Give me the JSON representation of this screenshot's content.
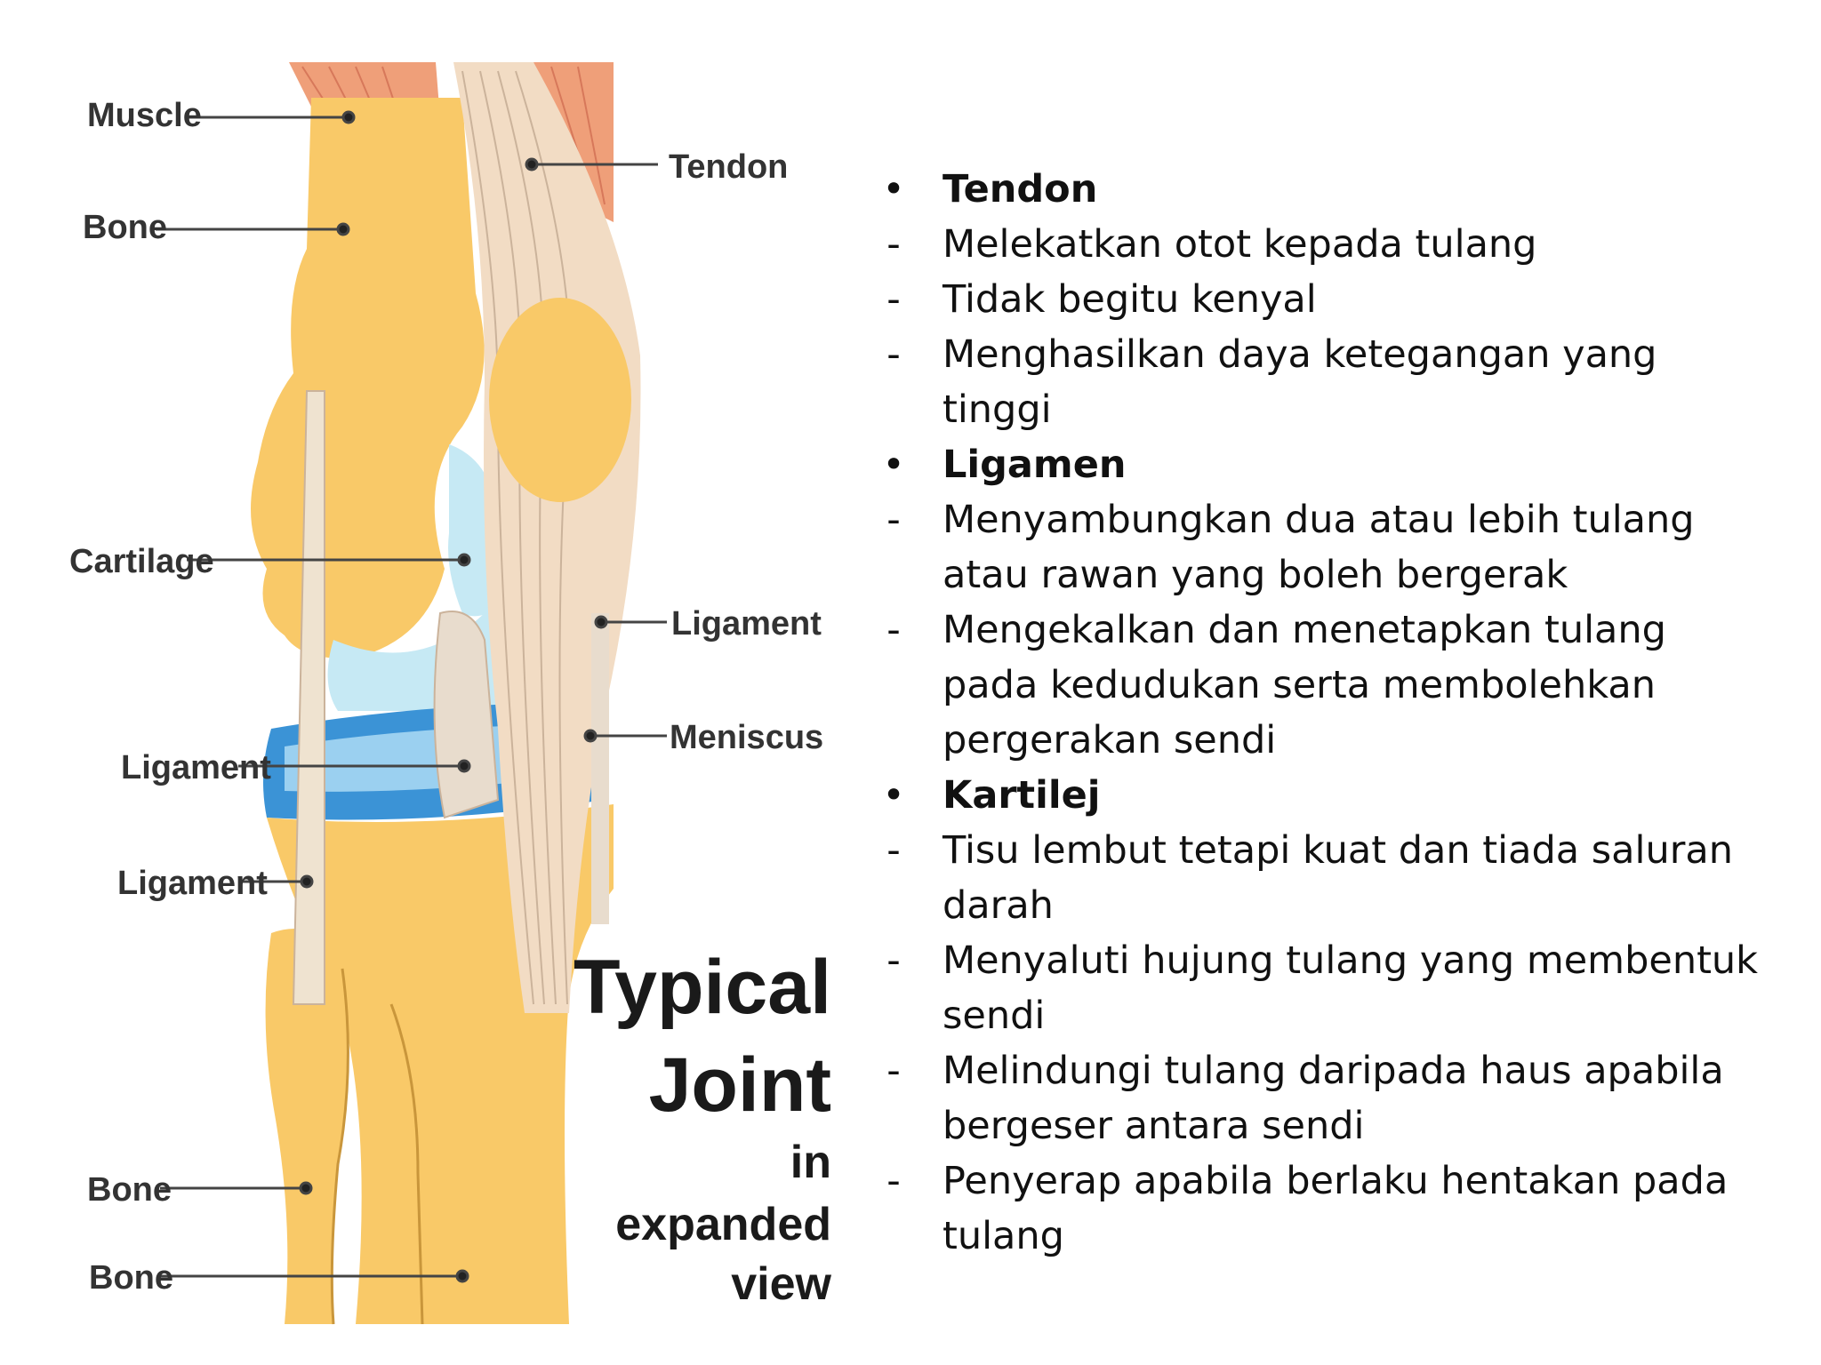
{
  "diagram": {
    "labels": {
      "muscle": "Muscle",
      "bone_upper": "Bone",
      "tendon": "Tendon",
      "cartilage": "Cartilage",
      "ligament_right": "Ligament",
      "meniscus": "Meniscus",
      "ligament_left_upper": "Ligament",
      "ligament_left_lower": "Ligament",
      "bone_lower_left": "Bone",
      "bone_lower": "Bone"
    },
    "caption": {
      "line1": "Typical",
      "line2": "Joint",
      "line3": "in",
      "line4": "expanded",
      "line5": "view"
    }
  },
  "notes": {
    "bullet_marker": "•",
    "dash_marker": "-",
    "items": [
      {
        "type": "heading",
        "text": "Tendon"
      },
      {
        "type": "point",
        "text": "Melekatkan otot kepada tulang"
      },
      {
        "type": "point",
        "text": "Tidak begitu kenyal"
      },
      {
        "type": "point",
        "text": "Menghasilkan daya ketegangan yang tinggi"
      },
      {
        "type": "heading",
        "text": "Ligamen"
      },
      {
        "type": "point",
        "text": "Menyambungkan dua atau lebih tulang atau rawan yang boleh bergerak"
      },
      {
        "type": "point",
        "text": "Mengekalkan dan menetapkan tulang pada kedudukan serta membolehkan pergerakan sendi"
      },
      {
        "type": "heading",
        "text": "Kartilej"
      },
      {
        "type": "point",
        "text": "Tisu lembut tetapi kuat dan tiada saluran darah"
      },
      {
        "type": "point",
        "text": "Menyaluti hujung tulang yang membentuk sendi"
      },
      {
        "type": "point",
        "text": "Melindungi tulang daripada haus apabila bergeser antara sendi"
      },
      {
        "type": "point",
        "text": "Penyerap apabila berlaku hentakan pada tulang"
      }
    ]
  },
  "colors": {
    "bone": "#f9c968",
    "muscle": "#ef9f79",
    "tendon": "#f2dcc4",
    "cartilage": "#c6e9f4",
    "meniscus": "#3b93d6",
    "label_text": "#333333",
    "pointer": "#444444"
  }
}
